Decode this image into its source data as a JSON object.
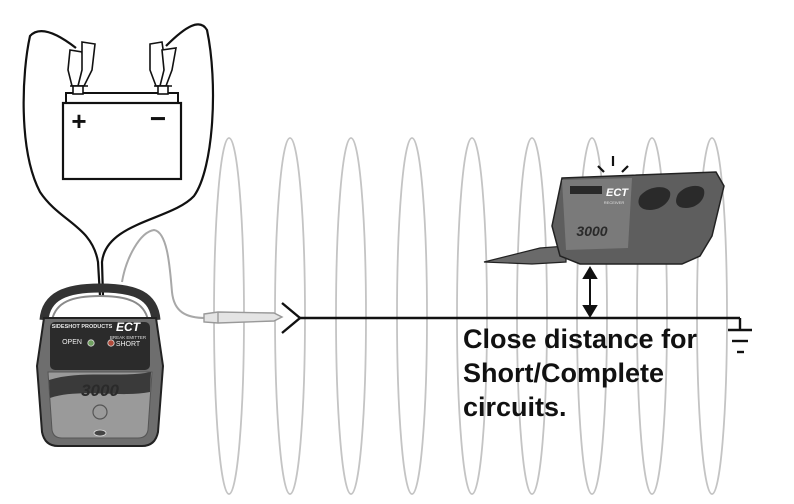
{
  "battery": {
    "plus": "+",
    "minus": "−"
  },
  "transmitter": {
    "brand": "SIDESHOT PRODUCTS",
    "product": "ECT",
    "subtitle": "BREAK EMITTER",
    "open_label": "OPEN",
    "short_label": "SHORT",
    "model": "3000"
  },
  "receiver": {
    "product": "ECT",
    "subtitle": "RECEIVER",
    "model": "3000"
  },
  "caption": {
    "line1": "Close distance for",
    "line2": "Short/Complete",
    "line3": "circuits."
  },
  "colors": {
    "device_dark": "#3a3a3a",
    "device_mid": "#6e6e6e",
    "device_light": "#9a9a9a",
    "wave": "#c4c4c4",
    "wire": "#111111",
    "indicator_green": "#6fa060",
    "indicator_red": "#b04a3a"
  }
}
